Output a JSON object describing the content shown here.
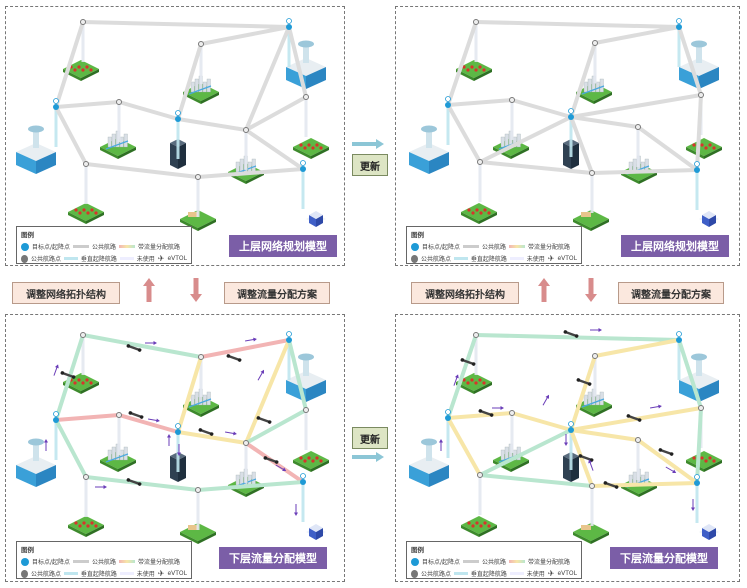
{
  "panels": {
    "top_left": {
      "title": "上层网络规划模型"
    },
    "top_right": {
      "title": "上层网络规划模型"
    },
    "bottom_left": {
      "title": "下层流量分配模型"
    },
    "bottom_right": {
      "title": "下层流量分配模型"
    }
  },
  "legend": {
    "title": "图例",
    "items": {
      "target_point": "目标点/起降点",
      "public_route": "公共航路",
      "congestion_route": "带流量分配航路",
      "public_waypoint": "公共航路点",
      "vertical_route": "垂直起降航路",
      "unused": "未使用",
      "evtol": "eVTOL"
    }
  },
  "connectors": {
    "adjust_topology": "调整网络拓扑结构",
    "adjust_flow": "调整流量分配方案",
    "update": "更新"
  },
  "colors": {
    "title_bg": "#7b5ea7",
    "adjust_bg": "#fbe8de",
    "update_bg": "#dde5c4",
    "update_arrow": "#8cc6d6",
    "vertical_arrow": "#d88c8c",
    "route_gray": "#dcdcdc",
    "route_green": "#b9e6cf",
    "route_yellow": "#f7e6a8",
    "route_red": "#f2b4b4",
    "target_node": "#1e9ad6",
    "waypoint_node": "#777777"
  },
  "icons": [
    "target-node-icon",
    "waypoint-icon",
    "evtol-drone-icon",
    "vertiport-tower-icon",
    "city-block-icon",
    "residential-block-icon",
    "skyscraper-icon",
    "hospital-icon",
    "flow-arrow-icon"
  ]
}
